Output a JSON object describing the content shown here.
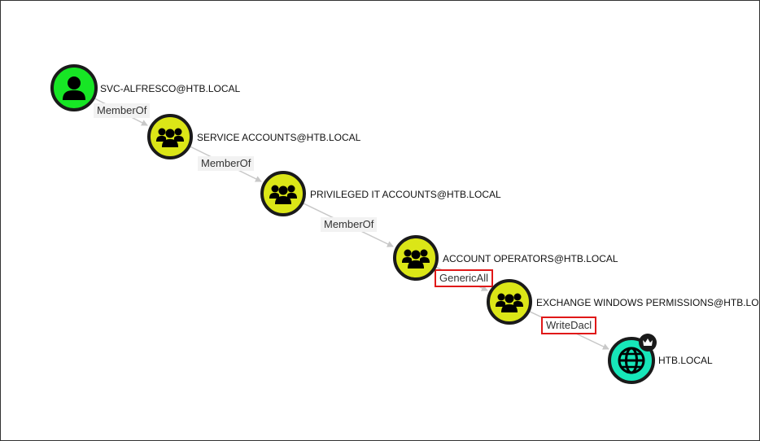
{
  "colors": {
    "user": "#17e625",
    "group": "#dbe617",
    "domain": "#17e6b9",
    "edge": "#c8c8c8",
    "highlight": "#e01818"
  },
  "nodes": [
    {
      "label": "SVC-ALFRESCO@HTB.LOCAL",
      "type": "user",
      "icon": "user-icon"
    },
    {
      "label": "SERVICE ACCOUNTS@HTB.LOCAL",
      "type": "group",
      "icon": "group-icon"
    },
    {
      "label": "PRIVILEGED IT ACCOUNTS@HTB.LOCAL",
      "type": "group",
      "icon": "group-icon"
    },
    {
      "label": "ACCOUNT OPERATORS@HTB.LOCAL",
      "type": "group",
      "icon": "group-icon"
    },
    {
      "label": "EXCHANGE WINDOWS PERMISSIONS@HTB.LO",
      "type": "group",
      "icon": "group-icon"
    },
    {
      "label": "HTB.LOCAL",
      "type": "domain",
      "icon": "globe-icon",
      "badge": "crown-icon"
    }
  ],
  "edges": [
    {
      "label": "MemberOf",
      "highlighted": false
    },
    {
      "label": "MemberOf",
      "highlighted": false
    },
    {
      "label": "MemberOf",
      "highlighted": false
    },
    {
      "label": "GenericAll",
      "highlighted": true
    },
    {
      "label": "WriteDacl",
      "highlighted": true
    }
  ]
}
